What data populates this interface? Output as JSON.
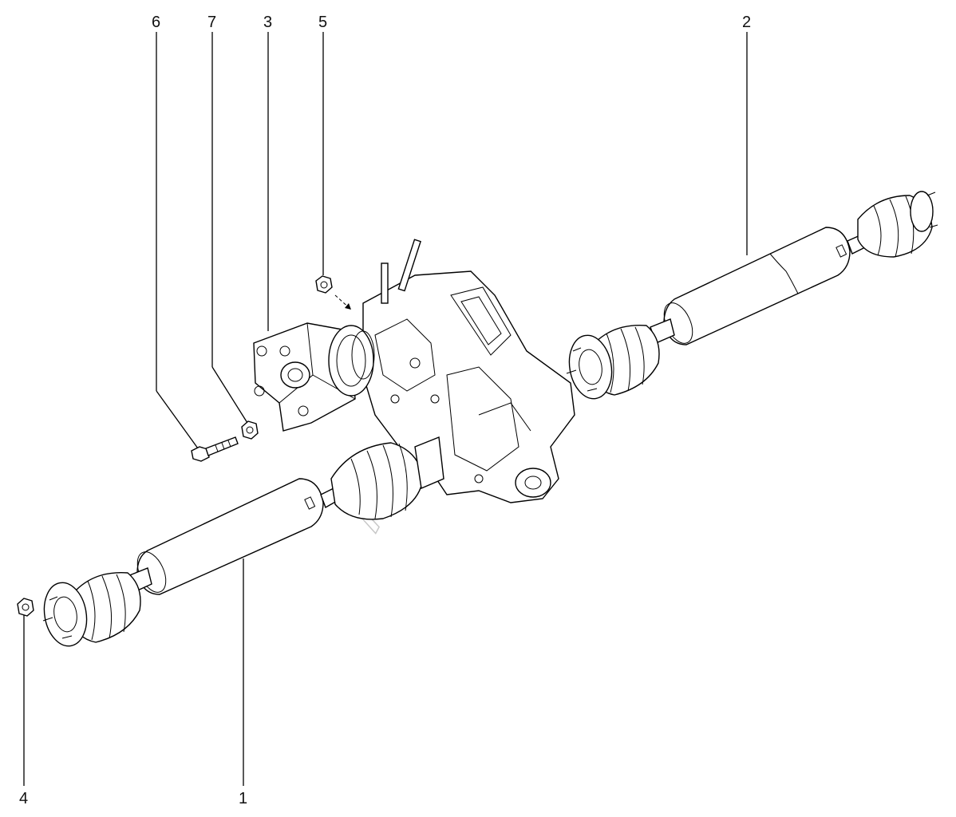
{
  "callouts": [
    {
      "id": "6",
      "text": "6"
    },
    {
      "id": "7",
      "text": "7"
    },
    {
      "id": "3",
      "text": "3"
    },
    {
      "id": "5",
      "text": "5"
    },
    {
      "id": "2",
      "text": "2"
    },
    {
      "id": "4",
      "text": "4"
    },
    {
      "id": "1",
      "text": "1"
    }
  ],
  "watermark": "AutoSoft"
}
